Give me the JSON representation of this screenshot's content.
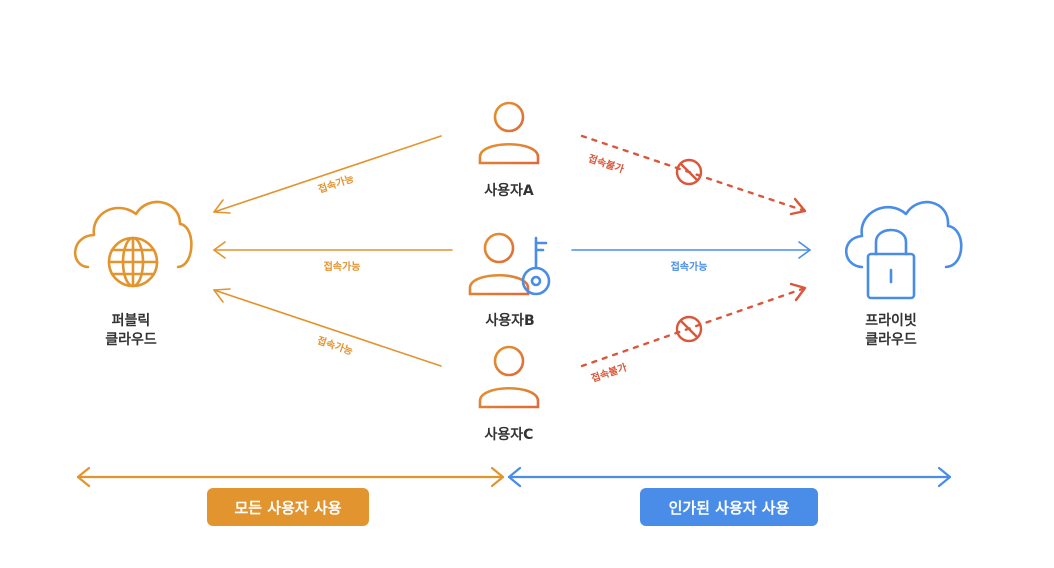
{
  "public_cloud": {
    "line1": "퍼블릭",
    "line2": "클라우드"
  },
  "private_cloud": {
    "line1": "프라이빗",
    "line2": "클라우드"
  },
  "users": {
    "a": "사용자A",
    "b": "사용자B",
    "c": "사용자C"
  },
  "edges": {
    "a_public": "접속가능",
    "b_public": "접속가능",
    "c_public": "접속가능",
    "b_private": "접속가능",
    "a_private": "접속불가",
    "c_private": "접속불가"
  },
  "bottom": {
    "all_users": "모든 사용자 사용",
    "authorized_users": "인가된 사용자 사용"
  },
  "colors": {
    "orange": "#e2942f",
    "blue": "#4a8de8",
    "red": "#d9573b"
  }
}
